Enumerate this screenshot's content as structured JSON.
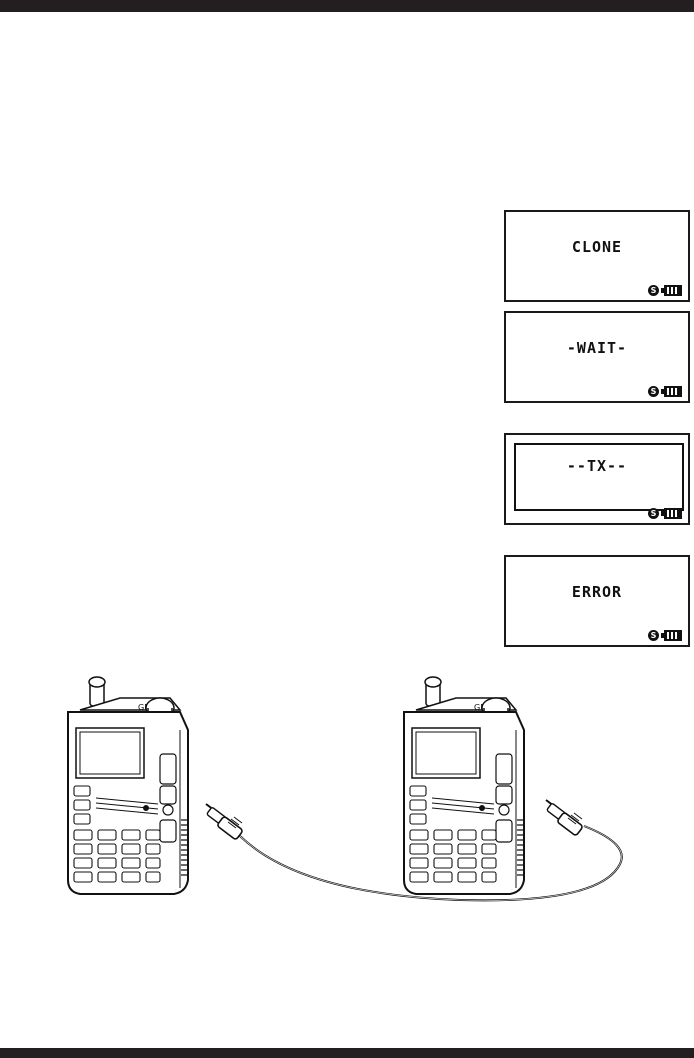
{
  "lcd_screens": [
    {
      "text": "CLONE",
      "status_icons": [
        "s-meter-icon",
        "battery-icon"
      ]
    },
    {
      "text": "-WAIT-",
      "status_icons": [
        "s-meter-icon",
        "battery-icon"
      ]
    },
    {
      "text": "--TX--",
      "status_icons": [
        "s-meter-icon",
        "battery-icon"
      ]
    },
    {
      "text": "ERROR",
      "status_icons": [
        "s-meter-icon",
        "battery-icon"
      ]
    }
  ],
  "status_s_glyph": "S",
  "illustration": {
    "items": [
      "radio-transceiver-left",
      "radio-transceiver-right",
      "clone-cable",
      "cable-plug-left",
      "cable-plug-right"
    ]
  }
}
